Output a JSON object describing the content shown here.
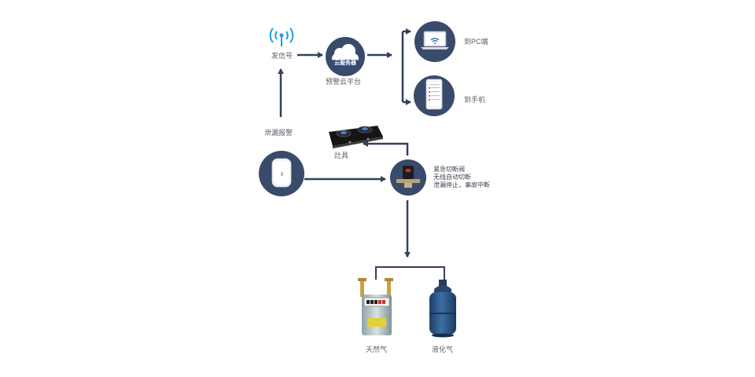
{
  "nodes": {
    "signal": {
      "label": "发信号",
      "icon": "wifi-antenna-icon"
    },
    "cloud": {
      "badge": "云服务器",
      "label": "预警云平台",
      "icon": "cloud-icon"
    },
    "pc": {
      "label": "到PC端",
      "icon": "laptop-icon"
    },
    "phone": {
      "label": "到手机",
      "icon": "smartphone-icon"
    },
    "detector": {
      "icon": "gas-detector-icon"
    },
    "valve": {
      "icon": "shutoff-valve-icon"
    },
    "stove": {
      "label": "灶具",
      "icon": "gas-stove-icon"
    },
    "natural_gas": {
      "label": "天然气",
      "icon": "gas-meter-icon"
    },
    "lpg": {
      "label": "液化气",
      "icon": "gas-cylinder-icon"
    }
  },
  "edges": {
    "leak_alarm": "泄漏报警"
  },
  "valve_notes": [
    "紧急切断阀",
    "无线自动切断",
    "泄漏停止，事故中断"
  ],
  "colors": {
    "navy": "#3a4a6b",
    "arrow": "#33415f",
    "cloud_badge": "#2f4a7a",
    "cylinder": "#2e5d8c"
  }
}
